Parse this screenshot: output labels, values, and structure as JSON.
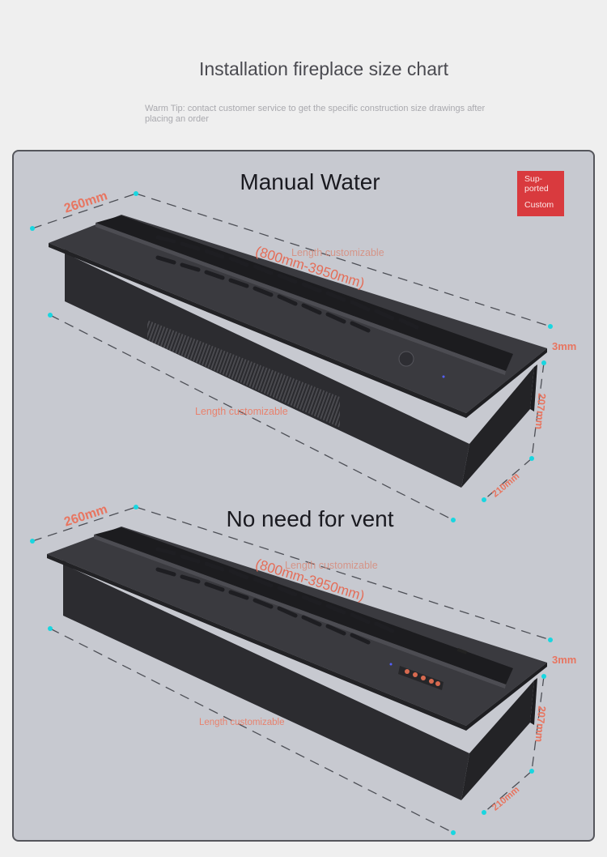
{
  "header": {
    "title": "Installation fireplace size chart",
    "tip": "Warm Tip: contact customer service to get the specific construction size drawings after placing an order"
  },
  "badge": {
    "line1": "Sup-ported",
    "line2": "Custom"
  },
  "sections": [
    {
      "title": "Manual Water",
      "width_label": "260mm",
      "length_range": "(800mm-3950mm)",
      "ghost_text": "Length customizable",
      "length_label": "Length customizable",
      "thickness_label": "3mm",
      "height_label": "207mm",
      "depth_label": "210mm"
    },
    {
      "title": "No need for vent",
      "width_label": "260mm",
      "length_range": "(800mm-3950mm)",
      "ghost_text": "Length customizable",
      "length_label": "Length customizable",
      "thickness_label": "3mm",
      "height_label": "207mm",
      "depth_label": "210mm"
    }
  ],
  "colors": {
    "accent": "#e87560",
    "badge": "#d93a3e",
    "panel": "#c7c9d0",
    "dimension_marker": "#19d6e0"
  }
}
